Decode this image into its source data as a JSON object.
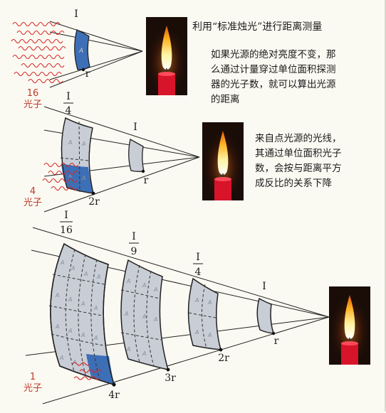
{
  "title": "利用“标准烛光”进行距离测量",
  "paragraph1_lines": [
    "如果光源的绝对亮度不变，那",
    "么通过计量穿过单位面积探测",
    "器的光子数，就可以算出光源",
    "的距离"
  ],
  "paragraph2_lines": [
    "来自点光源的光线，",
    "其通过单位面积光子",
    "数，会按与距离平方",
    "成反比的关系下降"
  ],
  "panel1": {
    "intensity": "I",
    "distance": "r",
    "photons_count": "16",
    "photons_unit": "光子"
  },
  "panel2": {
    "near": {
      "num": "I",
      "den": "4",
      "distance": "2r"
    },
    "far": {
      "intensity": "I",
      "distance": "r"
    },
    "photons_count": "4",
    "photons_unit": "光子"
  },
  "panel3": {
    "surfaces": [
      {
        "num": "I",
        "den": "16",
        "distance": "4r"
      },
      {
        "num": "I",
        "den": "9",
        "distance": "3r"
      },
      {
        "num": "I",
        "den": "4",
        "distance": "2r"
      },
      {
        "intensity": "I",
        "distance": "r"
      }
    ],
    "photons_count": "1",
    "photons_unit": "光子"
  },
  "cell_letter": "A",
  "colors": {
    "surface": "#c8cdd6",
    "highlight": "#3d6fb6",
    "photon": "#d62828",
    "label_red": "#c0392b",
    "flame_bg": "#1a0d08",
    "candle": "#d8142a"
  }
}
